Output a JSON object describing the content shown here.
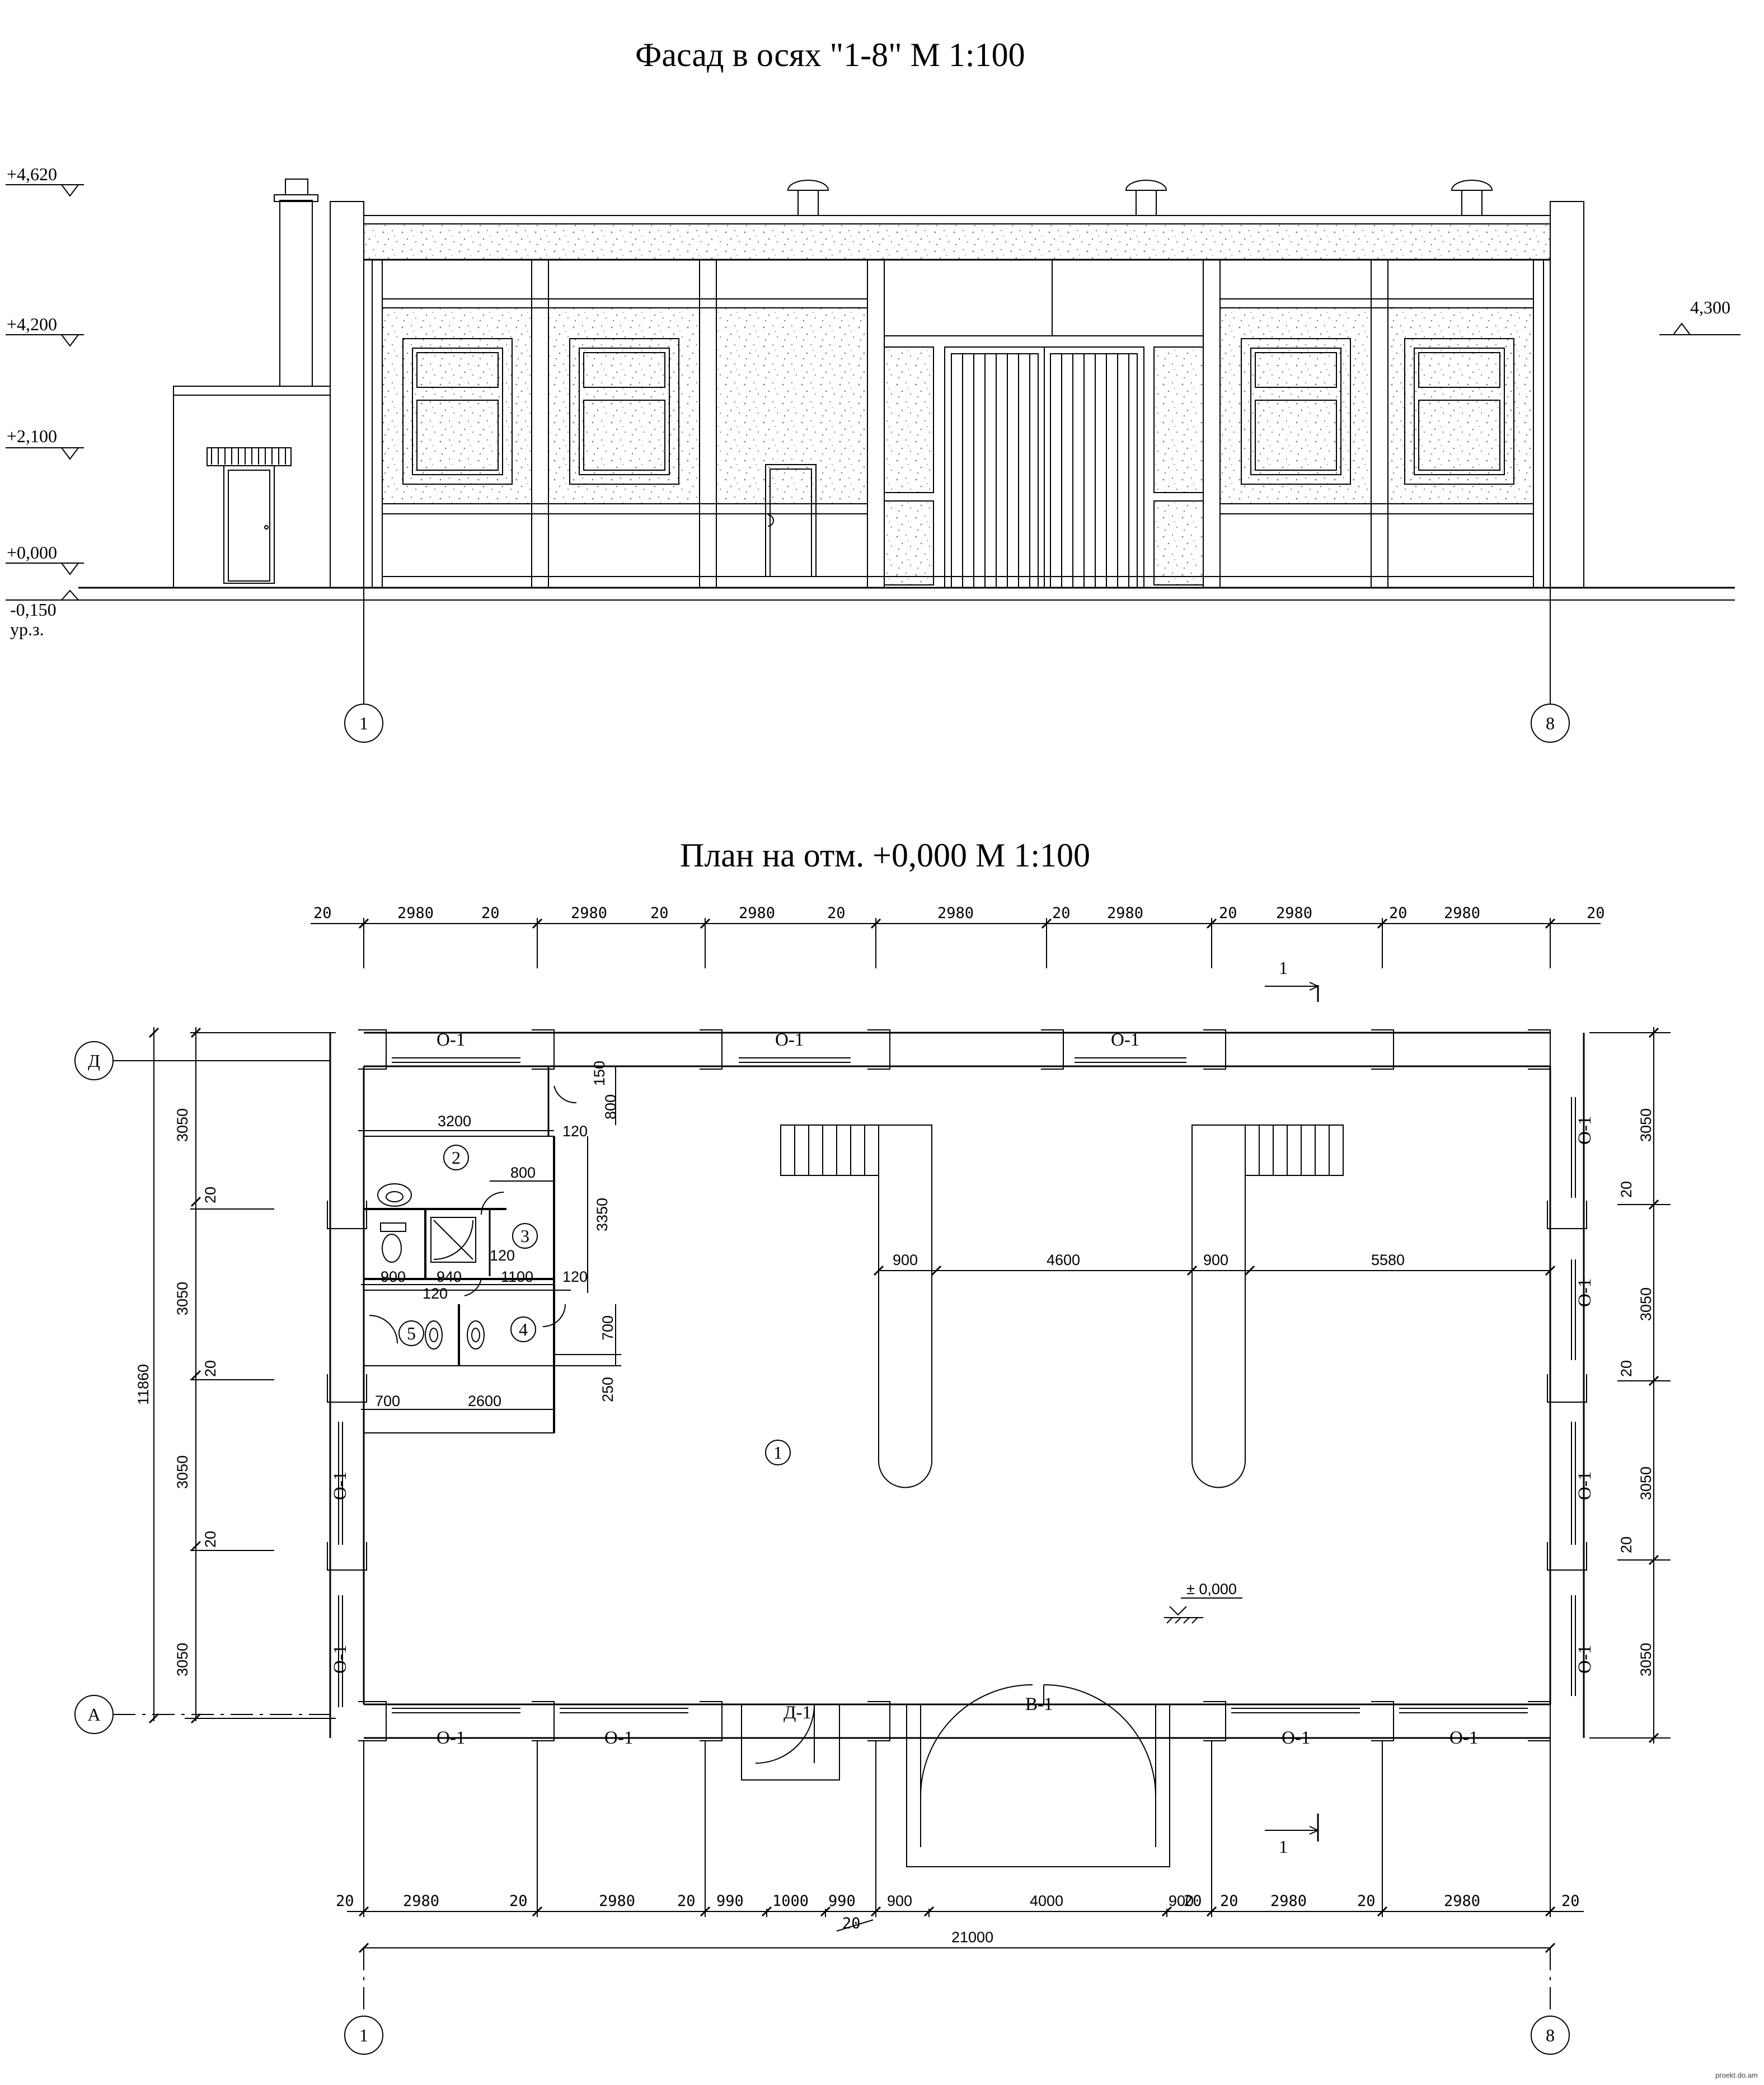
{
  "facade": {
    "title": "Фасад  в осях \"1-8\"     М 1:100",
    "levels": [
      "+4,620",
      "+4,200",
      "+2,100",
      "+0,000",
      "-0,150"
    ],
    "ground_label": "ур.з.",
    "right_level": "4,300",
    "axes": [
      "1",
      "8"
    ]
  },
  "plan": {
    "title": "План  на отм. +0,000   М 1:100",
    "top_dims": [
      "20",
      "2980",
      "20",
      "2980",
      "20",
      "2980",
      "20",
      "2980",
      "20",
      "2980",
      "20",
      "2980",
      "20",
      "2980",
      "20"
    ],
    "bottom_dims": [
      "20",
      "2980",
      "20",
      "2980",
      "20",
      "990",
      "1000",
      "990",
      "900",
      "4000",
      "900",
      "20",
      "20",
      "2980",
      "20",
      "2980",
      "20"
    ],
    "bottom_sub": "20",
    "total_dim": "21000",
    "left_dims": [
      "3050",
      "20",
      "3050",
      "20",
      "3050",
      "20",
      "3050"
    ],
    "left_total": "11860",
    "right_dims": [
      "3050",
      "20",
      "3050",
      "20",
      "3050",
      "20",
      "3050"
    ],
    "inner_dims": [
      "3200",
      "120",
      "800",
      "3350",
      "900",
      "940",
      "1100",
      "120",
      "120",
      "120",
      "700",
      "2600",
      "700",
      "250",
      "150",
      "800"
    ],
    "span_dims": [
      "900",
      "4600",
      "900",
      "5580"
    ],
    "rooms": [
      "1",
      "2",
      "3",
      "4",
      "5"
    ],
    "windows_label": "О-1",
    "door_label": "Д-1",
    "gate_label": "В-1",
    "section_label": "1",
    "level_mark": "± 0,000",
    "axes_letters": [
      "Д",
      "А"
    ],
    "axes_numbers": [
      "1",
      "8"
    ],
    "watermark": "proekt.do.am"
  }
}
